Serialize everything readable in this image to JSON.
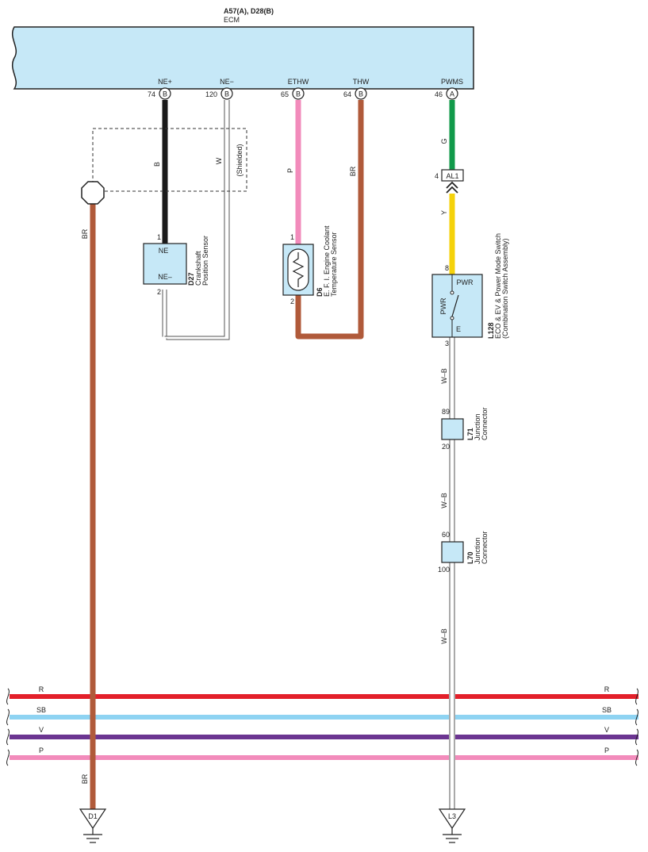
{
  "ecm": {
    "connectors": "A57(A), D28(B)",
    "name": "ECM"
  },
  "pins": {
    "ne_plus": {
      "name": "NE+",
      "num": "74",
      "conn": "B"
    },
    "ne_minus": {
      "name": "NE−",
      "num": "120",
      "conn": "B"
    },
    "ethw": {
      "name": "ETHW",
      "num": "65",
      "conn": "B"
    },
    "thw": {
      "name": "THW",
      "num": "64",
      "conn": "B"
    },
    "pwms": {
      "name": "PWMS",
      "num": "46",
      "conn": "A"
    }
  },
  "wires": {
    "ne_plus": "B",
    "ne_minus": "W",
    "shielded": "(Shielded)",
    "ground_br": "BR",
    "ground_br_bottom": "BR",
    "ethw": "P",
    "thw": "BR",
    "pwms": "G",
    "switch_feed": "Y",
    "wb1": "W–B",
    "wb2": "W–B",
    "wb3": "W–B"
  },
  "inline_connector": {
    "pin": "4",
    "label": "AL1"
  },
  "d27": {
    "id": "D27",
    "name_line1": "Crankshaft",
    "name_line2": "Position Sensor",
    "pin_top": "1",
    "pin_bottom": "2",
    "label_top": "NE",
    "label_bottom": "NE–"
  },
  "d6": {
    "id": "D6",
    "name_line1": "E. F. I. Engine Coolant",
    "name_line2": "Temperature Sensor",
    "pin_top": "1",
    "pin_bottom": "2"
  },
  "l128": {
    "id": "L128",
    "name_line1": "ECO & EV & Power Mode Switch",
    "name_line2": "(Combination Switch Assembly)",
    "pin_top": "8",
    "pin_bottom": "3",
    "label_pwr_top": "PWR",
    "label_pwr_side": "PWR",
    "label_e": "E"
  },
  "l71": {
    "id": "L71",
    "name_line1": "Junction",
    "name_line2": "Connector",
    "pin_top": "89",
    "pin_bottom": "20"
  },
  "l70": {
    "id": "L70",
    "name_line1": "Junction",
    "name_line2": "Connector",
    "pin_top": "60",
    "pin_bottom": "100"
  },
  "bus": [
    {
      "label": "R",
      "color": "#e3202a"
    },
    {
      "label": "SB",
      "color": "#8ed3f2"
    },
    {
      "label": "V",
      "color": "#6b3591"
    },
    {
      "label": "P",
      "color": "#f28bbb"
    }
  ],
  "grounds": {
    "left": "D1",
    "right": "L3"
  },
  "colors": {
    "ecm_fill": "#c6e8f7",
    "brown": "#b05a3a",
    "black": "#1a1a1a",
    "pink": "#f28bbb",
    "green": "#119a4a",
    "yellow": "#f5d20a",
    "component_fill": "#c6e8f7"
  }
}
